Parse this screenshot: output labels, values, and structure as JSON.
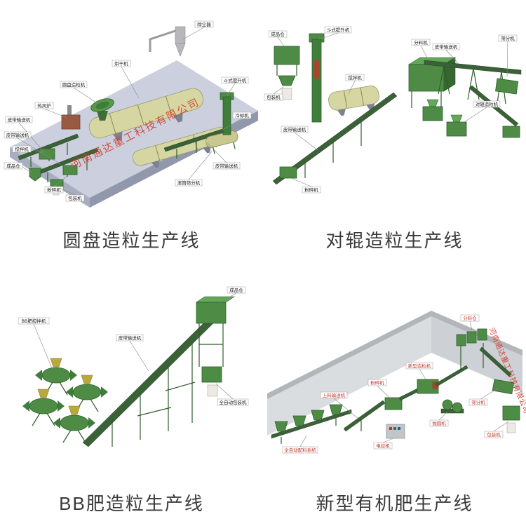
{
  "watermark": {
    "text": "河南通达重工科技有限公司",
    "color": "#d0392b"
  },
  "products": [
    {
      "caption": "圆盘造粒生产线",
      "labels": {
        "dust_collector": "除尘器",
        "dryer": "烘干机",
        "hot_stove": "热风炉",
        "conveyor_a": "皮带输送机",
        "conveyor_b": "皮带输送机",
        "conveyor_c": "皮带输送机",
        "disc_granulator": "圆盘造粒机",
        "mixer": "搅拌机",
        "crusher": "粉碎机",
        "product_bin": "成品仓",
        "packing": "包装机",
        "cooler": "冷却机",
        "drum_screen": "滚筒筛分机",
        "elevator": "斗式提升机"
      }
    },
    {
      "caption": "对辊造粒生产线",
      "labels": {
        "product_bin": "成品仓",
        "packing": "包装机",
        "elevator": "斗式提升机",
        "mixer": "搅拌机",
        "splitter": "分料机",
        "roller_granulator": "对辊造粒机",
        "screen": "筛分机",
        "conveyor_a": "皮带输送机",
        "conveyor_b": "皮带输送机",
        "crusher": "粉碎机"
      }
    },
    {
      "caption": "BB肥造粒生产线",
      "labels": {
        "bb_mixer": "BB肥搅拌机",
        "conveyor": "皮带输送机",
        "product_bin": "成品仓",
        "packing": "全自动包装机"
      }
    },
    {
      "caption": "新型有机肥生产线",
      "labels": {
        "splitter_bin": "分料仓",
        "feeder": "上料输送机",
        "crusher": "粉碎机",
        "granulator": "新型造粒机",
        "polisher": "抛圆机",
        "screen": "筛分机",
        "packing": "包装机",
        "batching": "全自动配料系统",
        "cabinet": "电控柜"
      }
    }
  ]
}
